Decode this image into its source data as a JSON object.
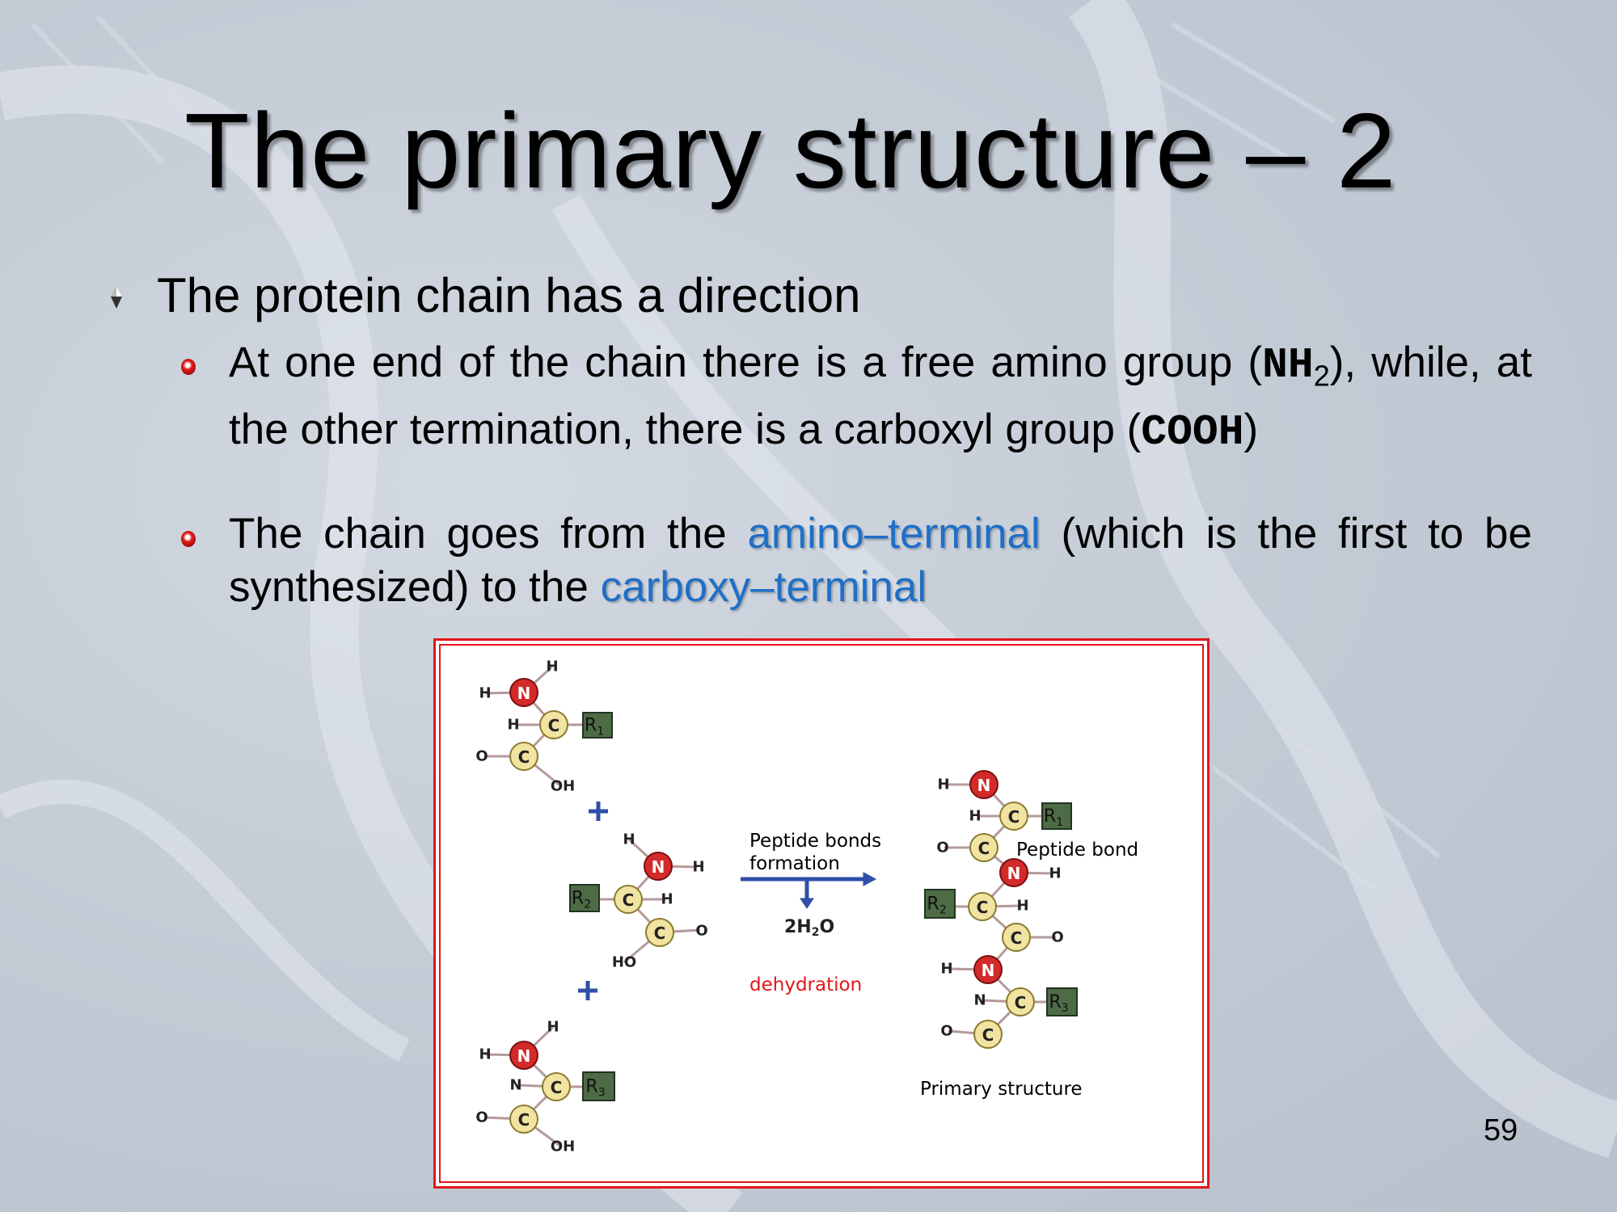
{
  "slide": {
    "title": "The primary structure – 2",
    "bullet": "The protein chain has a direction",
    "sub1": {
      "part1": "At one end of the chain there is a free amino group (",
      "nh": "NH",
      "nh_sub": "2",
      "part2": "), while, at the other termination, there is a carboxyl group (",
      "cooh": "COOH",
      "part3": ")"
    },
    "sub2": {
      "part1": "The chain goes from the ",
      "amino": "amino–terminal",
      "part2": " (which is the first to be synthesized) to the ",
      "carboxy": "carboxy–terminal"
    },
    "page_number": "59"
  },
  "diagram": {
    "atom": {
      "N": "N",
      "C": "C",
      "H": "H",
      "O": "O",
      "OH": "OH",
      "HO": "HO",
      "R": "R",
      "n1": "1",
      "n2": "2",
      "n3": "3",
      "plus": "+"
    },
    "arrow_label_1": "Peptide bonds",
    "arrow_label_2": "formation",
    "water": "2H",
    "water_sub": "2",
    "water_o": "O",
    "dehydration": "dehydration",
    "peptide_bond": "Peptide bond",
    "primary_structure": "Primary structure"
  },
  "colors": {
    "accent_link": "#1f6fc8",
    "border": "#e3161b",
    "dehydration": "#e3161b"
  }
}
